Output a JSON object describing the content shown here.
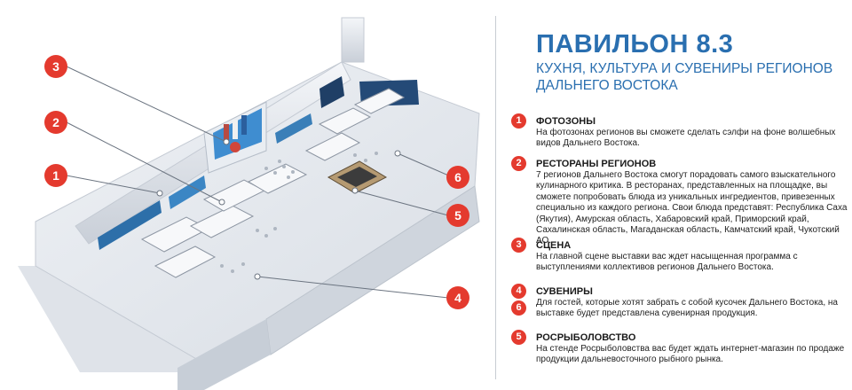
{
  "title": "ПАВИЛЬОН 8.3",
  "subtitle": "КУХНЯ, КУЛЬТУРА И СУВЕНИРЫ РЕГИОНОВ ДАЛЬНЕГО ВОСТОКА",
  "colors": {
    "accent": "#e43a2e",
    "heading": "#2a6fb0"
  },
  "map_markers": [
    "3",
    "2",
    "1",
    "6",
    "5",
    "4"
  ],
  "legend": [
    {
      "numbers": [
        "1"
      ],
      "heading": "ФОТОЗОНЫ",
      "text": "На фотозонах регионов вы сможете сделать сэлфи на фоне волшебных видов Дальнего Востока."
    },
    {
      "numbers": [
        "2"
      ],
      "heading": "РЕСТОРАНЫ РЕГИОНОВ",
      "text": "7 регионов Дальнего Востока смогут порадовать самого взыскательного кулинарного критика. В ресторанах, представленных на площадке, вы сможете попробовать блюда из уникальных ингредиентов, привезенных специально из каждого региона. Свои блюда представят: Республика Саха (Якутия), Амурская область, Хабаровский край, Приморский край, Сахалинская область, Магаданская область, Камчатский край, Чукотский АО."
    },
    {
      "numbers": [
        "3"
      ],
      "heading": "СЦЕНА",
      "text": "На главной сцене выставки вас ждет насыщенная программа с выступлениями коллективов регионов Дальнего Востока."
    },
    {
      "numbers": [
        "4",
        "6"
      ],
      "heading": "СУВЕНИРЫ",
      "text": "Для гостей, которые хотят забрать с собой кусочек Дальнего Востока, на выставке будет представлена сувенирная продукция."
    },
    {
      "numbers": [
        "5"
      ],
      "heading": "РОСРЫБОЛОВСТВО",
      "text": "На стенде Росрыболовства вас будет ждать интернет-магазин по продаже продукции дальневосточного рыбного рынка."
    }
  ]
}
